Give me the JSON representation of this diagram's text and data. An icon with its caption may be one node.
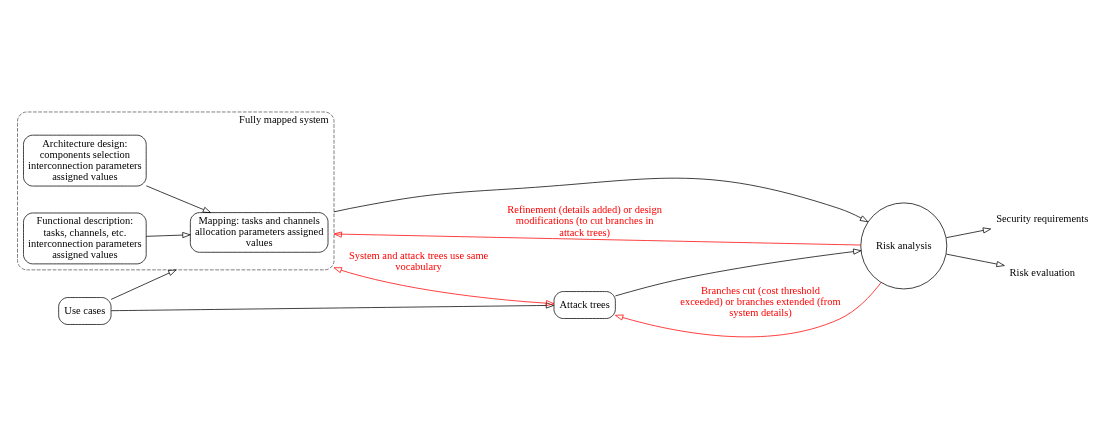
{
  "diagram": {
    "nodes": [
      {
        "text": [
          "Use cases"
        ]
      },
      {
        "text": [
          "Fully mapped system"
        ]
      },
      {
        "text": [
          "Architecture design: components selection interconnection parameters assigned values"
        ],
        "in": 1
      },
      {
        "text": [
          "Functional description: tasks, channels, etc. interconnection parameters assigned values"
        ],
        "in": 1
      },
      {
        "text": [
          "Mapping: tasks and channels allocation parameters assigned values"
        ],
        "in": 1
      },
      {
        "text": [
          "Risk analysis"
        ]
      },
      {
        "text": [
          "Attack trees"
        ]
      },
      {
        "text": [
          "Security requirements"
        ]
      },
      {
        "text": [
          "Risk evaluation"
        ]
      }
    ],
    "edges": [
      {
        "from": 0,
        "to": 1,
        "arrow": "to"
      },
      {
        "from": 2,
        "to": 4,
        "arrow": "to"
      },
      {
        "from": 3,
        "to": 4,
        "arrow": "to"
      },
      {
        "from": 1,
        "to": 5,
        "arrow": "to"
      },
      {
        "from": 0,
        "to": 6,
        "arrow": "to"
      },
      {
        "from": 6,
        "to": 5,
        "arrow": "to"
      },
      {
        "from": 5,
        "to": 7,
        "arrow": "to"
      },
      {
        "from": 5,
        "to": 8,
        "arrow": "to"
      },
      {
        "from": 5,
        "to": 1,
        "arrow": "to",
        "color": "#ff0000",
        "label": "Refinement (details added) or design modifications (to cut branches in attack trees)"
      },
      {
        "from": 6,
        "to": 1,
        "arrow": "both",
        "color": "#ff0000",
        "label": "System and attack trees use same vocabulary"
      },
      {
        "from": 5,
        "to": 6,
        "arrow": "to",
        "color": "#ff0000",
        "label": "Branches cut (cost threshold exceeded) or branches extended (from system details)"
      }
    ]
  }
}
